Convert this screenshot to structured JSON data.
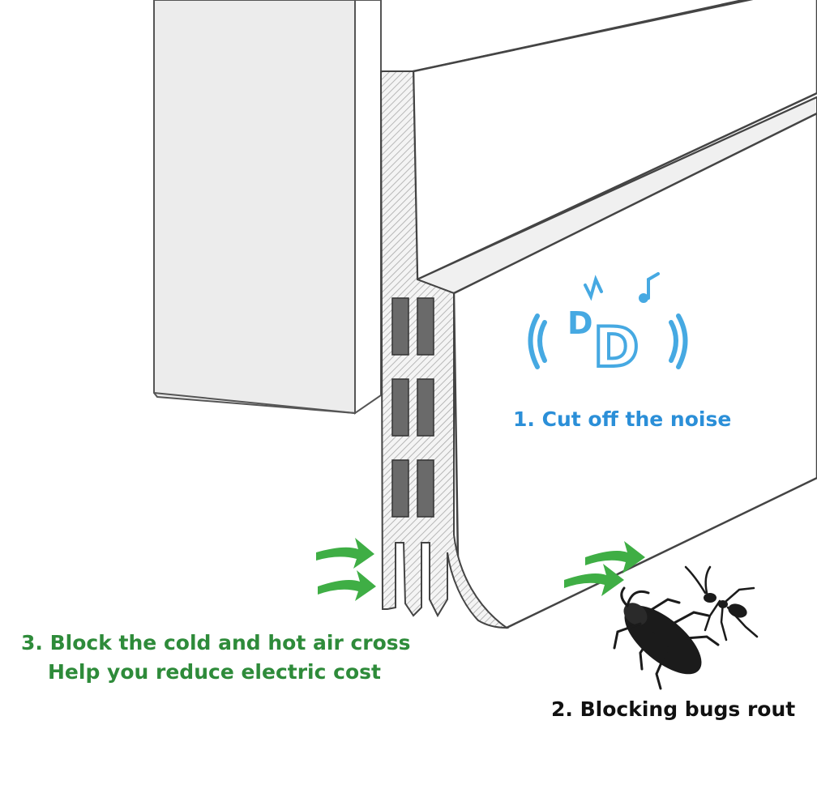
{
  "colors": {
    "noise": "#2b8fd8",
    "air": "#2e8b3a",
    "bugs": "#111111",
    "arrow": "#3fae45",
    "sound": "#46a9e2",
    "outline": "#666666",
    "panel": "#ececec",
    "hatch": "#9a9a9a",
    "slot": "#6a6a6a"
  },
  "captions": {
    "noise": "1. Cut off the noise",
    "air_line1": "3. Block the cold and hot air cross",
    "air_line2": "Help you reduce electric cost",
    "bugs": "2. Blocking bugs rout"
  },
  "icons": {
    "sound": "speaker-music-notes-icon",
    "air": "green-airflow-arrow-icon",
    "bugs": [
      "cockroach-icon",
      "ant-icon"
    ]
  }
}
